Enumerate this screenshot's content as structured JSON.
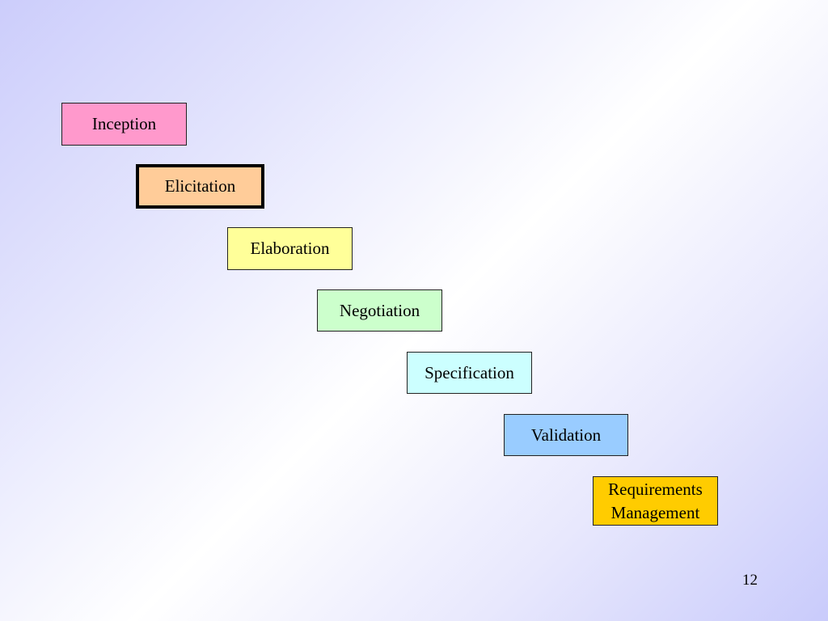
{
  "steps": [
    {
      "label": "Inception",
      "color": "#ff99cc",
      "emphasized": false
    },
    {
      "label": "Elicitation",
      "color": "#ffcc99",
      "emphasized": true
    },
    {
      "label": "Elaboration",
      "color": "#ffff99",
      "emphasized": false
    },
    {
      "label": "Negotiation",
      "color": "#ccffcc",
      "emphasized": false
    },
    {
      "label": "Specification",
      "color": "#ccffff",
      "emphasized": false
    },
    {
      "label": "Validation",
      "color": "#99ccff",
      "emphasized": false
    },
    {
      "label": "Requirements\nManagement",
      "color": "#ffcc00",
      "emphasized": false
    }
  ],
  "page_number": "12"
}
